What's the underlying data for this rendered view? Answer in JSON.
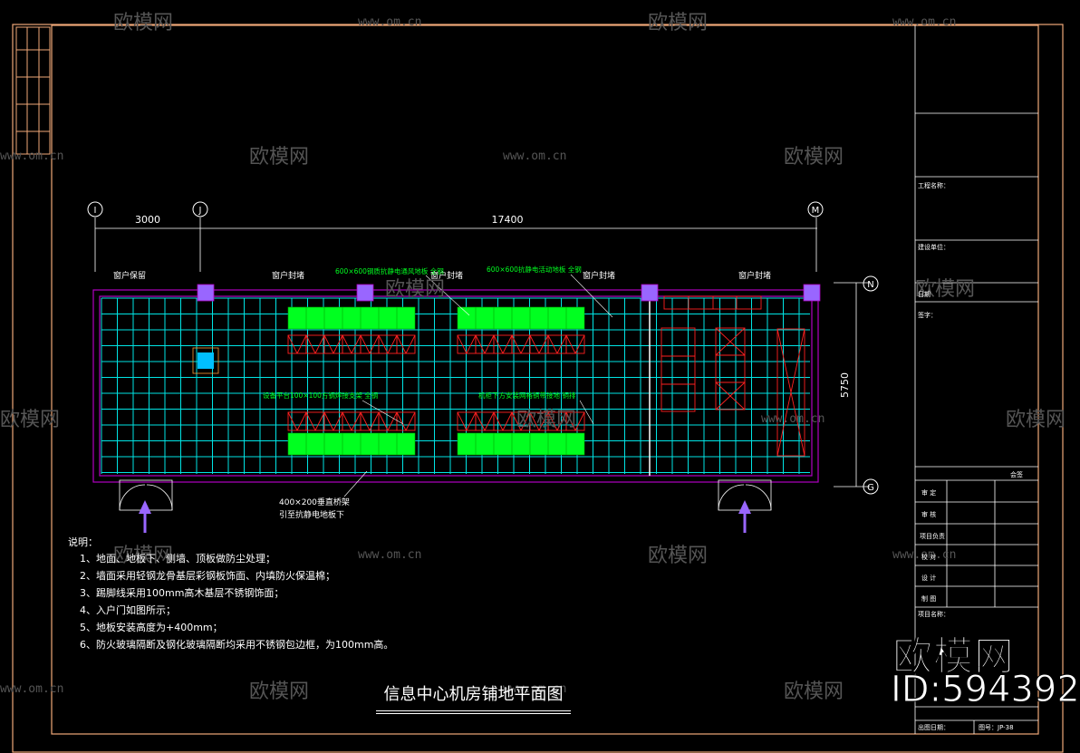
{
  "drawing": {
    "title": "信息中心机房铺地平面图",
    "grid_axes": [
      "I",
      "J",
      "M",
      "N",
      "G"
    ],
    "dimensions": {
      "span_ij": "3000",
      "span_jm": "17400",
      "depth": "5750"
    },
    "room_labels": {
      "window_left": "窗户保留",
      "window_seal_1": "窗户封堵",
      "window_seal_2": "窗户封堵",
      "window_seal_3": "窗户封堵",
      "window_seal_4": "窗户封堵",
      "floor_note_1": "600×600钢质抗静电通风地板 全钢",
      "floor_note_2": "600×600抗静电活动地板 全钢",
      "cabinet_note_1": "设备平台100×100方钢焊接支架 全钢",
      "cabinet_note_2": "机柜下方安装网格铜带接地 铜排",
      "bridge_note_1": "400×200垂直桥架",
      "bridge_note_2": "引至抗静电地板下"
    },
    "notes_header": "说明：",
    "notes": [
      "1、地面、地板下、侧墙、顶板做防尘处理；",
      "2、墙面采用轻钢龙骨基层彩钢板饰面、内填防火保温棉；",
      "3、踢脚线采用100mm高木基层不锈钢饰面；",
      "4、入户门如图所示；",
      "5、地板安装高度为+400mm；",
      "6、防火玻璃隔断及钢化玻璃隔断均采用不锈钢包边框，为100mm高。"
    ]
  },
  "title_block": {
    "project_name": "工程名称：",
    "design_unit": "建设单位：",
    "date": "日期",
    "sign": "签字：",
    "seal": "会签",
    "rows": [
      "审 定",
      "审 核",
      "项目负责",
      "校 对",
      "设 计",
      "制 图"
    ],
    "project_label": "项目名称：",
    "print_date": "出图日期：",
    "drawing_no": "图号：JP-38"
  },
  "watermark": {
    "brand": "欧模网",
    "url": "www.om.cn",
    "id": "ID:594392"
  },
  "colors": {
    "frame": "#f0a878",
    "grid": "#00e5e5",
    "wall": "#b000c0",
    "green": "#00ff20",
    "red": "#ff2020",
    "purple": "#9966ff"
  }
}
